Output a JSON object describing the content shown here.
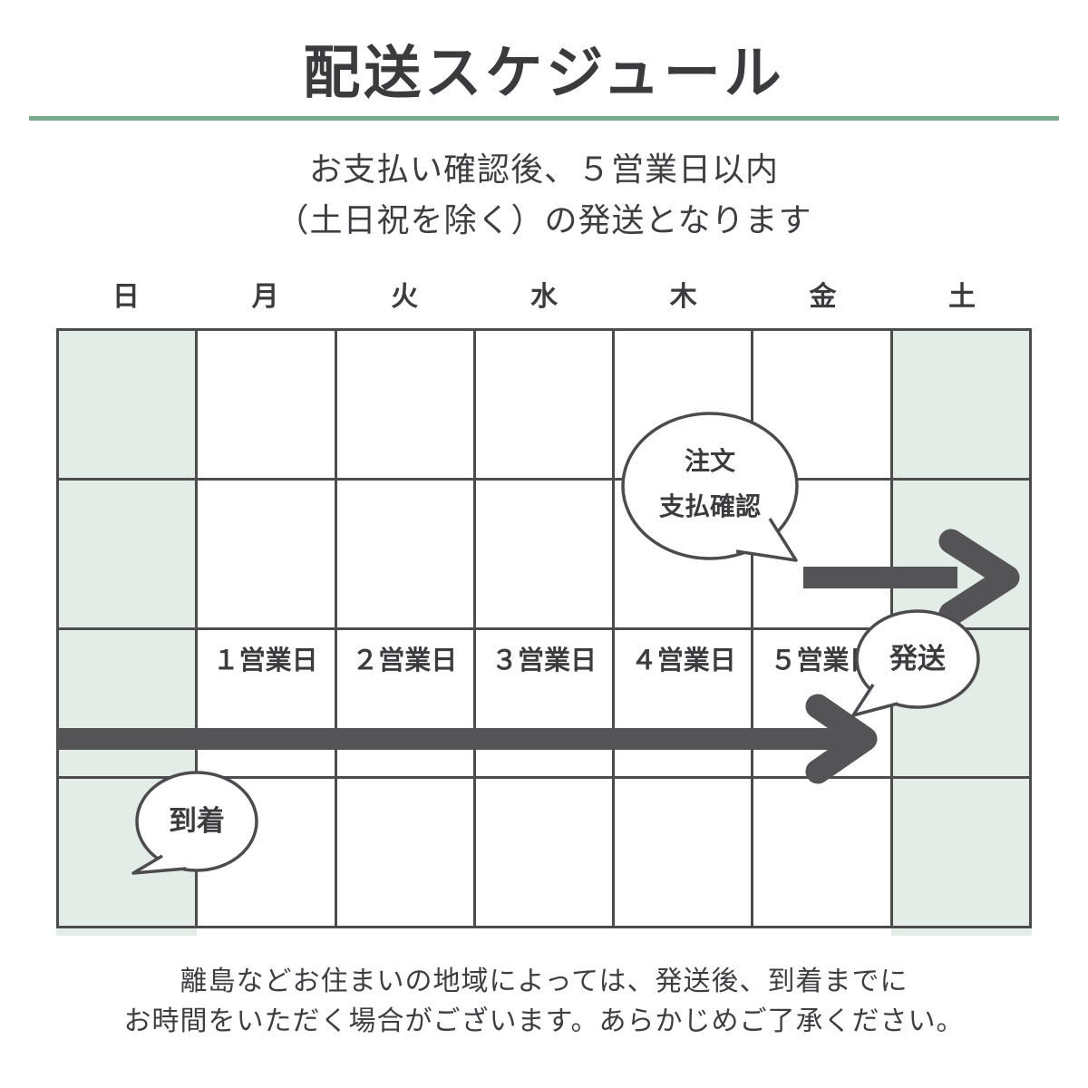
{
  "page": {
    "title": "配送スケジュール"
  },
  "subtitle": {
    "line1": "お支払い確認後、５営業日以内",
    "line2": "（土日祝を除く）の発送となります"
  },
  "calendar": {
    "day_headers": [
      "日",
      "月",
      "火",
      "水",
      "木",
      "金",
      "土"
    ],
    "business_day_labels": [
      "１営業日",
      "２営業日",
      "３営業日",
      "４営業日",
      "５営業日"
    ],
    "rows": 4,
    "columns": 7,
    "weekend_columns": [
      "日",
      "土"
    ],
    "weekend_fill": "#e3ece7",
    "grid_line_color": "#4c4c4f"
  },
  "annotations": {
    "order_bubble": {
      "line1": "注文",
      "line2": "支払確認"
    },
    "ship_bubble": {
      "label": "発送"
    },
    "arrival_bubble": {
      "label": "到着"
    }
  },
  "footer": {
    "line1": "離島などお住まいの地域によっては、発送後、到着までに",
    "line2": "お時間をいただく場合がございます。あらかじめご了承ください。"
  },
  "colors": {
    "accent_divider": "#7bab8d",
    "arrow": "#545456",
    "bubble_border": "#4c4c4f",
    "text": "#3c3c3f",
    "background": "#ffffff"
  }
}
